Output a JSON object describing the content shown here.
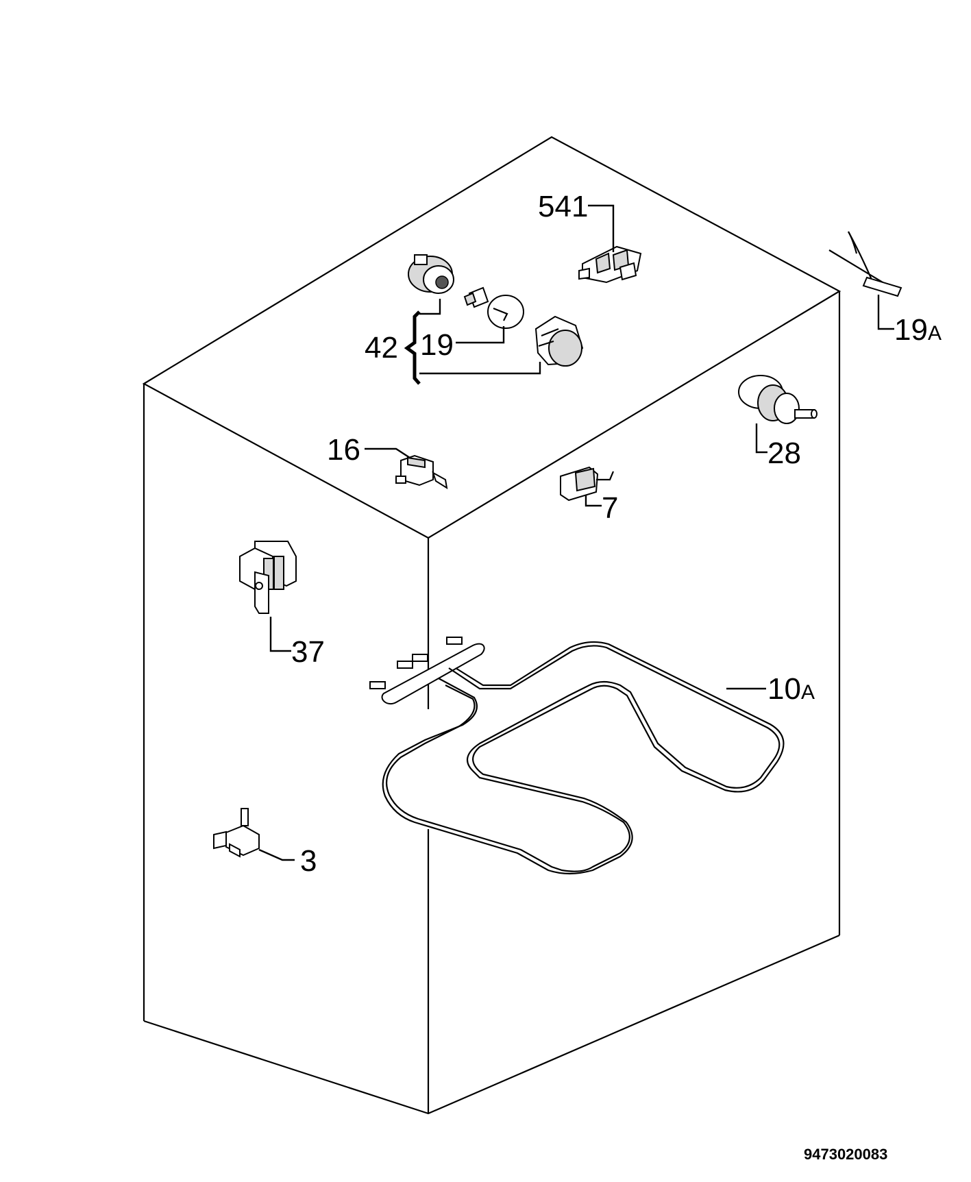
{
  "labels": {
    "p541": "541",
    "p42": "42",
    "p19": "19",
    "p19a_num": "19",
    "p19a_suffix": "A",
    "p16": "16",
    "p28": "28",
    "p7": "7",
    "p37": "37",
    "p10a_num": "10",
    "p10a_suffix": "A",
    "p3": "3"
  },
  "document_number": "9473020083",
  "colors": {
    "line": "#000000",
    "background": "#ffffff",
    "shade": "#d9d9d9"
  }
}
